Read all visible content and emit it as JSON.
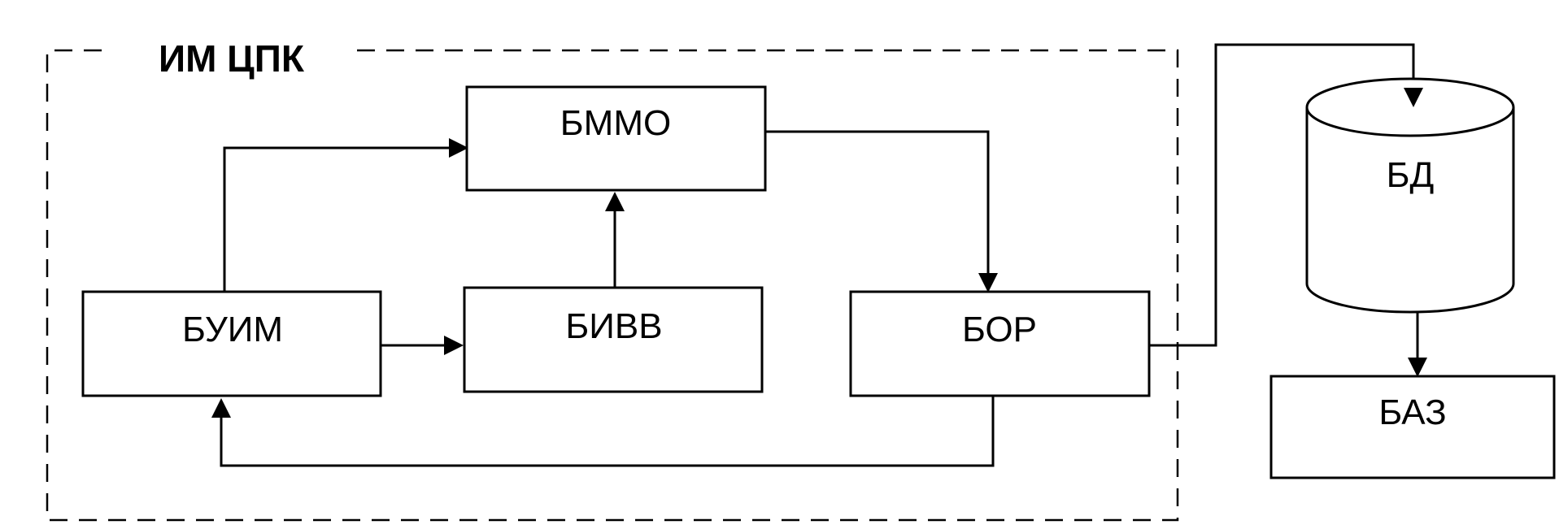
{
  "diagram": {
    "title": "ИМ ЦПК",
    "blocks": {
      "bmmo": "БММО",
      "buim": "БУИМ",
      "bivv": "БИВВ",
      "bor": "БОР",
      "bd": "БД",
      "baz": "БАЗ"
    }
  }
}
